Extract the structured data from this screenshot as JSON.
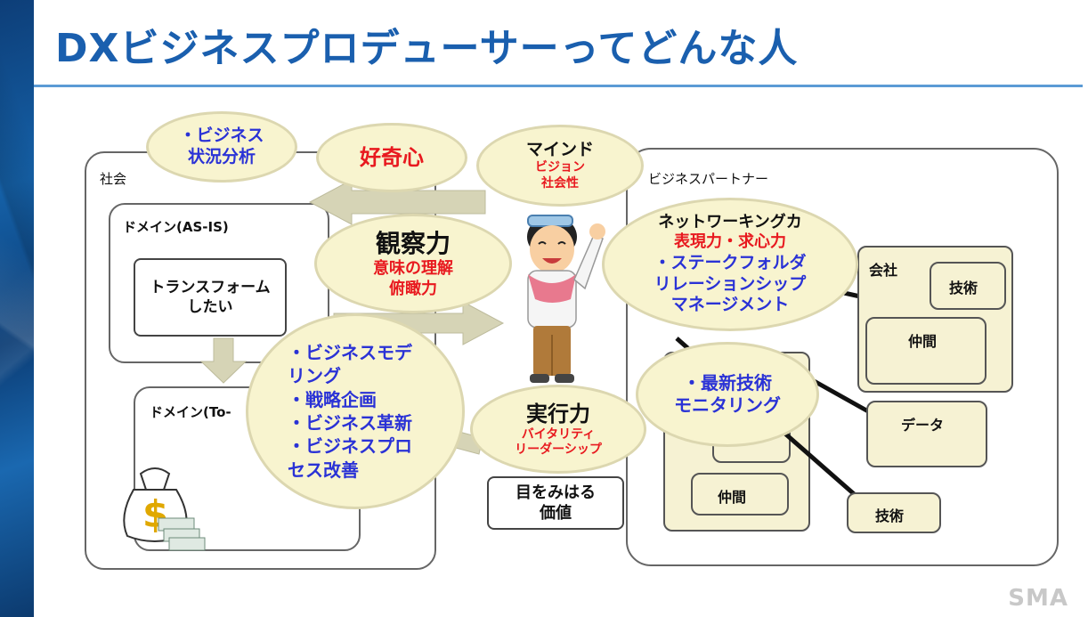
{
  "title": "DXビジネスプロデューサーってどんな人",
  "society": {
    "label": "社会",
    "as_is": {
      "label": "ドメイン(AS-IS)",
      "inner": [
        "トランスフォーム",
        "したい"
      ]
    },
    "to_be": {
      "label": "ドメイン(To-"
    }
  },
  "partner": {
    "label": "ビジネスパートナー",
    "company": {
      "label": "会社",
      "tech": "技術",
      "colleague": "仲間"
    },
    "data": "データ",
    "tech": "技術",
    "colleague": "仲間"
  },
  "bubbles": {
    "analysis": {
      "lines": [
        "・ビジネス",
        "状況分析"
      ]
    },
    "curiosity": {
      "text": "好奇心"
    },
    "mind": {
      "title": "マインド",
      "lines": [
        "ビジョン",
        "社会性"
      ]
    },
    "observation": {
      "title": "観察力",
      "lines": [
        "意味の理解",
        "俯瞰力"
      ]
    },
    "networking": {
      "title": "ネットワーキングカ",
      "red": "表現力・求心力",
      "blue": [
        "・ステークフォルダ",
        "リレーションシップ",
        "マネージメント"
      ]
    },
    "modeling": {
      "lines": [
        "・ビジネスモデ",
        "リング",
        "・戦略企画",
        "・ビジネス革新",
        "・ビジネスプロ",
        "セス改善"
      ]
    },
    "execution": {
      "title": "実行力",
      "lines": [
        "バイタリティ",
        "リーダーシップ"
      ]
    },
    "tech_monitor": {
      "lines": [
        "・最新技術",
        "モニタリング"
      ]
    }
  },
  "value_box": {
    "lines": [
      "目をみはる",
      "価値"
    ]
  },
  "logo": "SMA",
  "colors": {
    "title": "#1a5fae",
    "bubble": "#f8f4cf",
    "arrow": "#d6d4b6",
    "tan": "#f6f2d3",
    "red": "#e8191f",
    "blue": "#2a32d6"
  }
}
